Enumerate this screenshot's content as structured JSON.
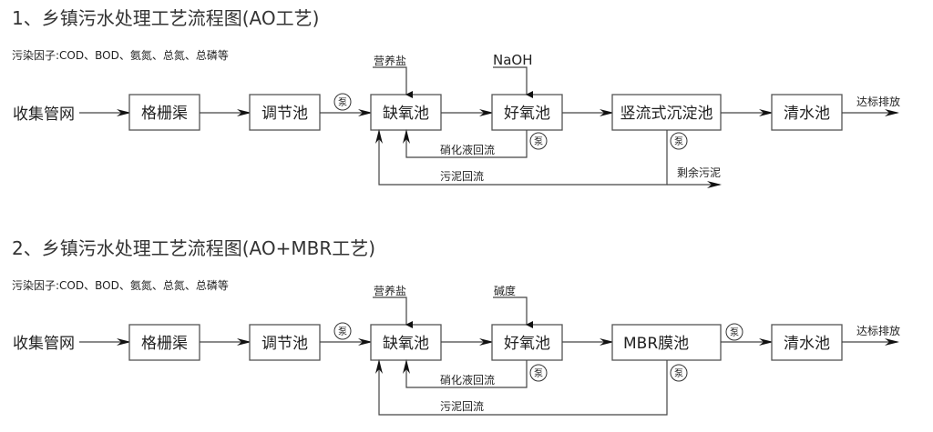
{
  "diagrams": [
    {
      "title": "1、乡镇污水处理工艺流程图(AO工艺)",
      "pollutants": "污染因子:COD、BOD、氨氮、总氮、总磷等",
      "source": "收集管网",
      "boxes": [
        "格栅渠",
        "调节池",
        "缺氧池",
        "好氧池",
        "竖流式沉淀池",
        "清水池"
      ],
      "dosing": [
        {
          "label": "营养盐",
          "target": "缺氧池"
        },
        {
          "label": "NaOH",
          "target": "好氧池"
        }
      ],
      "pump_label": "泵",
      "nitrification_return": "硝化液回流",
      "sludge_return": "污泥回流",
      "excess_sludge": "剩余污泥",
      "discharge": "达标排放"
    },
    {
      "title": "2、乡镇污水处理工艺流程图(AO+MBR工艺)",
      "pollutants": "污染因子:COD、BOD、氨氮、总氮、总磷等",
      "source": "收集管网",
      "boxes": [
        "格栅渠",
        "调节池",
        "缺氧池",
        "好氧池",
        "MBR膜池",
        "清水池"
      ],
      "dosing": [
        {
          "label": "营养盐",
          "target": "缺氧池"
        },
        {
          "label": "碱度",
          "target": "好氧池"
        }
      ],
      "pump_label": "泵",
      "nitrification_return": "硝化液回流",
      "sludge_return": "污泥回流",
      "discharge": "达标排放"
    }
  ]
}
